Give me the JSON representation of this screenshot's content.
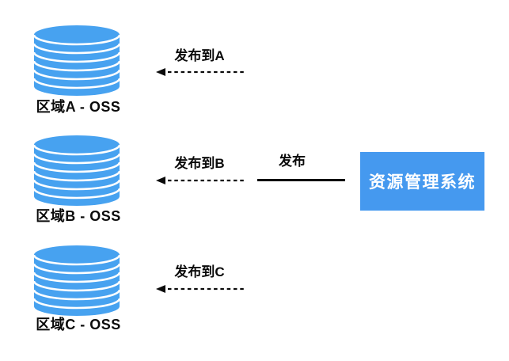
{
  "diagram": {
    "regions": [
      {
        "name": "区域A - OSS",
        "arrow_label": "发布到A"
      },
      {
        "name": "区域B - OSS",
        "arrow_label": "发布到B"
      },
      {
        "name": "区域C - OSS",
        "arrow_label": "发布到C"
      }
    ],
    "system": {
      "label": "资源管理系统"
    },
    "publish_label": "发布",
    "colors": {
      "cylinder": "#47A2F0",
      "system_box": "#4599EF",
      "ink": "#0B0B0B",
      "system_text": "#FFFFFF",
      "background": "#FFFFFF"
    }
  }
}
